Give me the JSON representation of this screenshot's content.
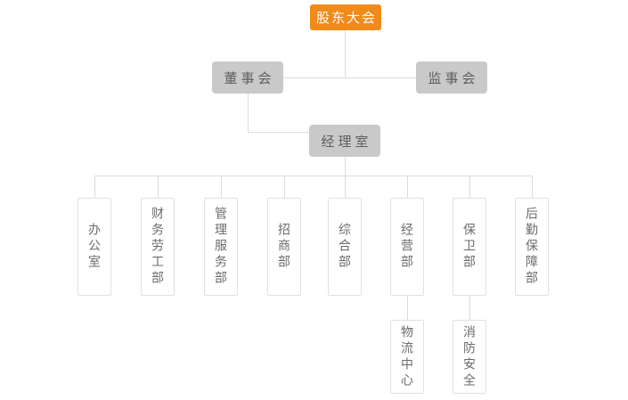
{
  "org_chart": {
    "type": "organization-chart",
    "root": {
      "label": "股东大会"
    },
    "level2": [
      {
        "label": "董事会"
      },
      {
        "label": "监事会"
      }
    ],
    "level3": {
      "label": "经理室"
    },
    "departments": [
      {
        "label": "办公室"
      },
      {
        "label": "财务劳工部"
      },
      {
        "label": "管理服务部"
      },
      {
        "label": "招商部"
      },
      {
        "label": "综合部"
      },
      {
        "label": "经营部"
      },
      {
        "label": "保卫部"
      },
      {
        "label": "后勤保障部"
      }
    ],
    "sub_departments": [
      {
        "label": "物流中心",
        "parent": "经营部"
      },
      {
        "label": "消防安全",
        "parent": "保卫部"
      }
    ],
    "edges": [
      [
        "股东大会",
        "董事会"
      ],
      [
        "股东大会",
        "监事会"
      ],
      [
        "董事会",
        "经理室"
      ],
      [
        "经理室",
        "办公室"
      ],
      [
        "经理室",
        "财务劳工部"
      ],
      [
        "经理室",
        "管理服务部"
      ],
      [
        "经理室",
        "招商部"
      ],
      [
        "经理室",
        "综合部"
      ],
      [
        "经理室",
        "经营部"
      ],
      [
        "经理室",
        "保卫部"
      ],
      [
        "经理室",
        "后勤保障部"
      ],
      [
        "经营部",
        "物流中心"
      ],
      [
        "保卫部",
        "消防安全"
      ]
    ],
    "colors": {
      "accent_orange": "#ef8a1b",
      "node_gray": "#c9c9c9",
      "node_gray_text": "#5e5e5e",
      "white_node_border": "#e1e1e1",
      "white_node_text": "#6b6b6b",
      "connector_line": "#dcdcdc",
      "background": "#ffffff"
    }
  }
}
